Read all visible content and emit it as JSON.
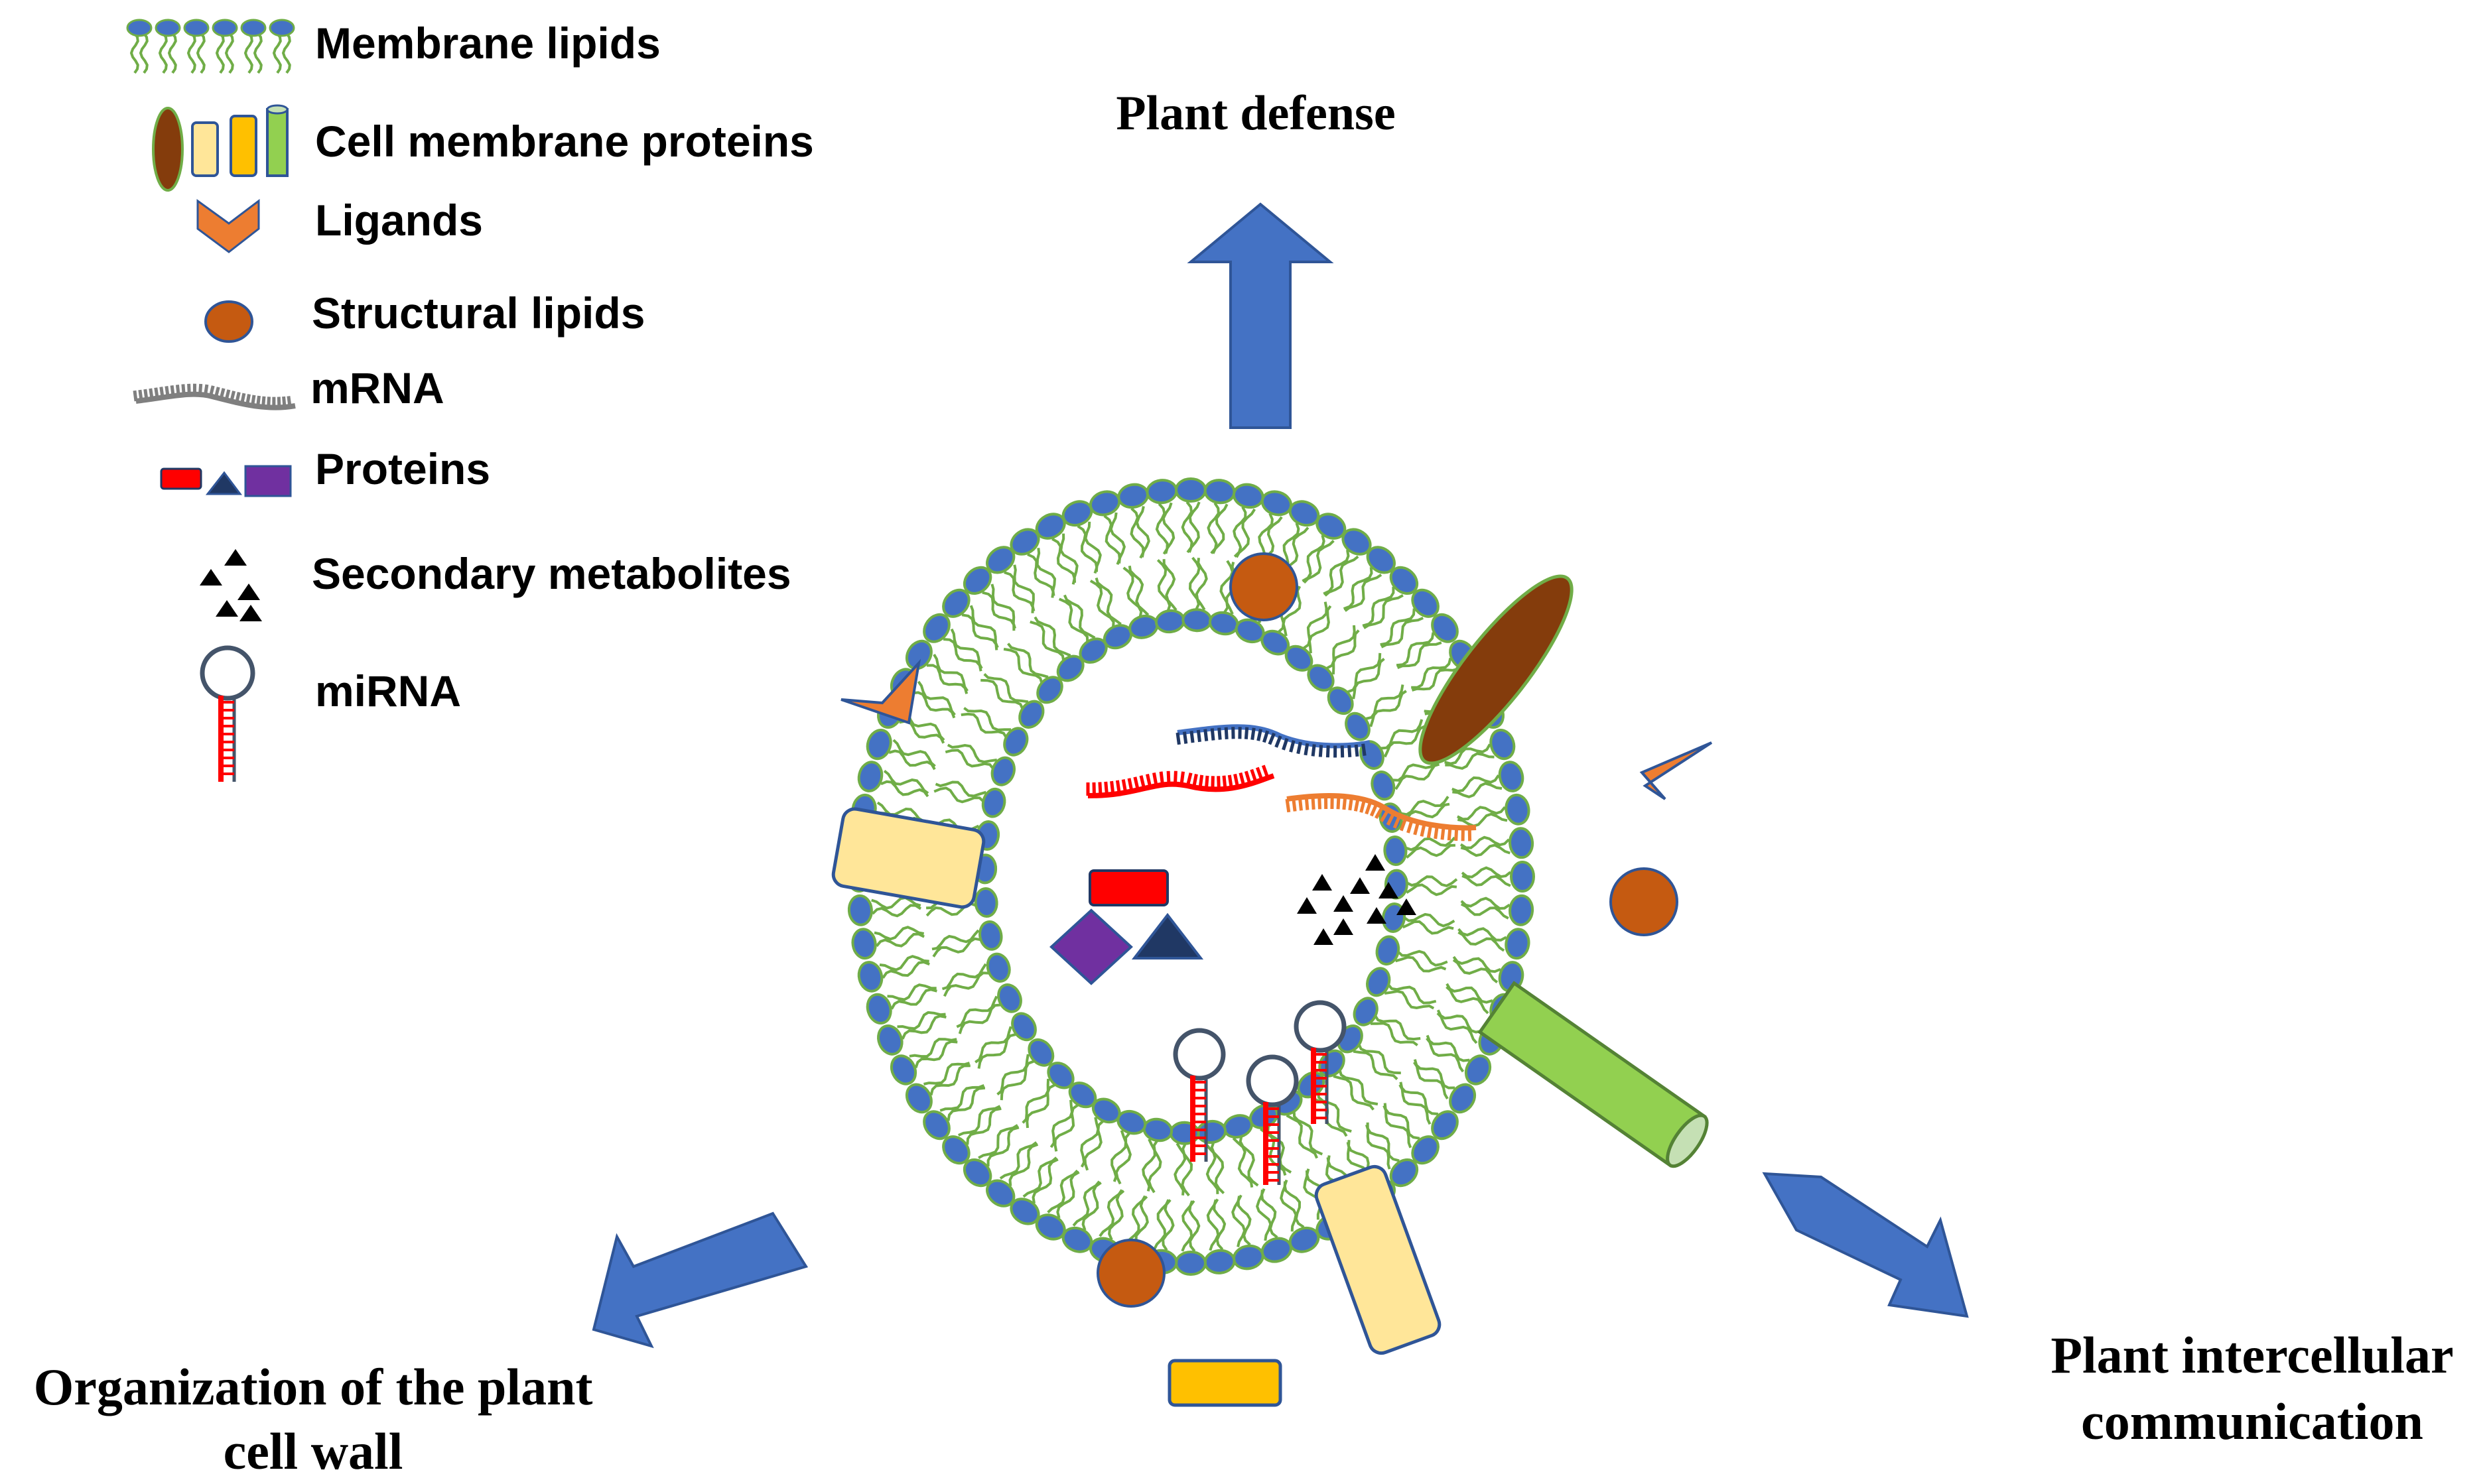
{
  "legend": {
    "membrane_lipids": "Membrane lipids",
    "cell_membrane_proteins": "Cell membrane proteins",
    "ligands": "Ligands",
    "structural_lipids": "Structural lipids",
    "mrna": "mRNA",
    "proteins": "Proteins",
    "secondary_metabolites": "Secondary metabolites",
    "mirna": "miRNA"
  },
  "outcomes": {
    "plant_defense": "Plant defense",
    "cell_wall_line1": "Organization of the plant",
    "cell_wall_line2": "cell wall",
    "intercellular_line1": "Plant intercellular",
    "intercellular_line2": "communication"
  },
  "colors": {
    "arrow": "#4472C4",
    "lipid_head": "#4472C4",
    "lipid_tail": "#70AD47",
    "ligand": "#ED7D31",
    "structural_lipid": "#C55A11",
    "protein_brown": "#843C0C",
    "protein_cream": "#FFE699",
    "protein_yellow": "#FFC000",
    "protein_green": "#92D050",
    "protein_red": "#FF0000",
    "protein_purple": "#7030A0",
    "protein_navy": "#203864",
    "mrna_grey": "#7F7F7F",
    "mrna_blue": "#4472C4",
    "mrna_red": "#FF0000",
    "mrna_orange": "#ED7D31"
  }
}
